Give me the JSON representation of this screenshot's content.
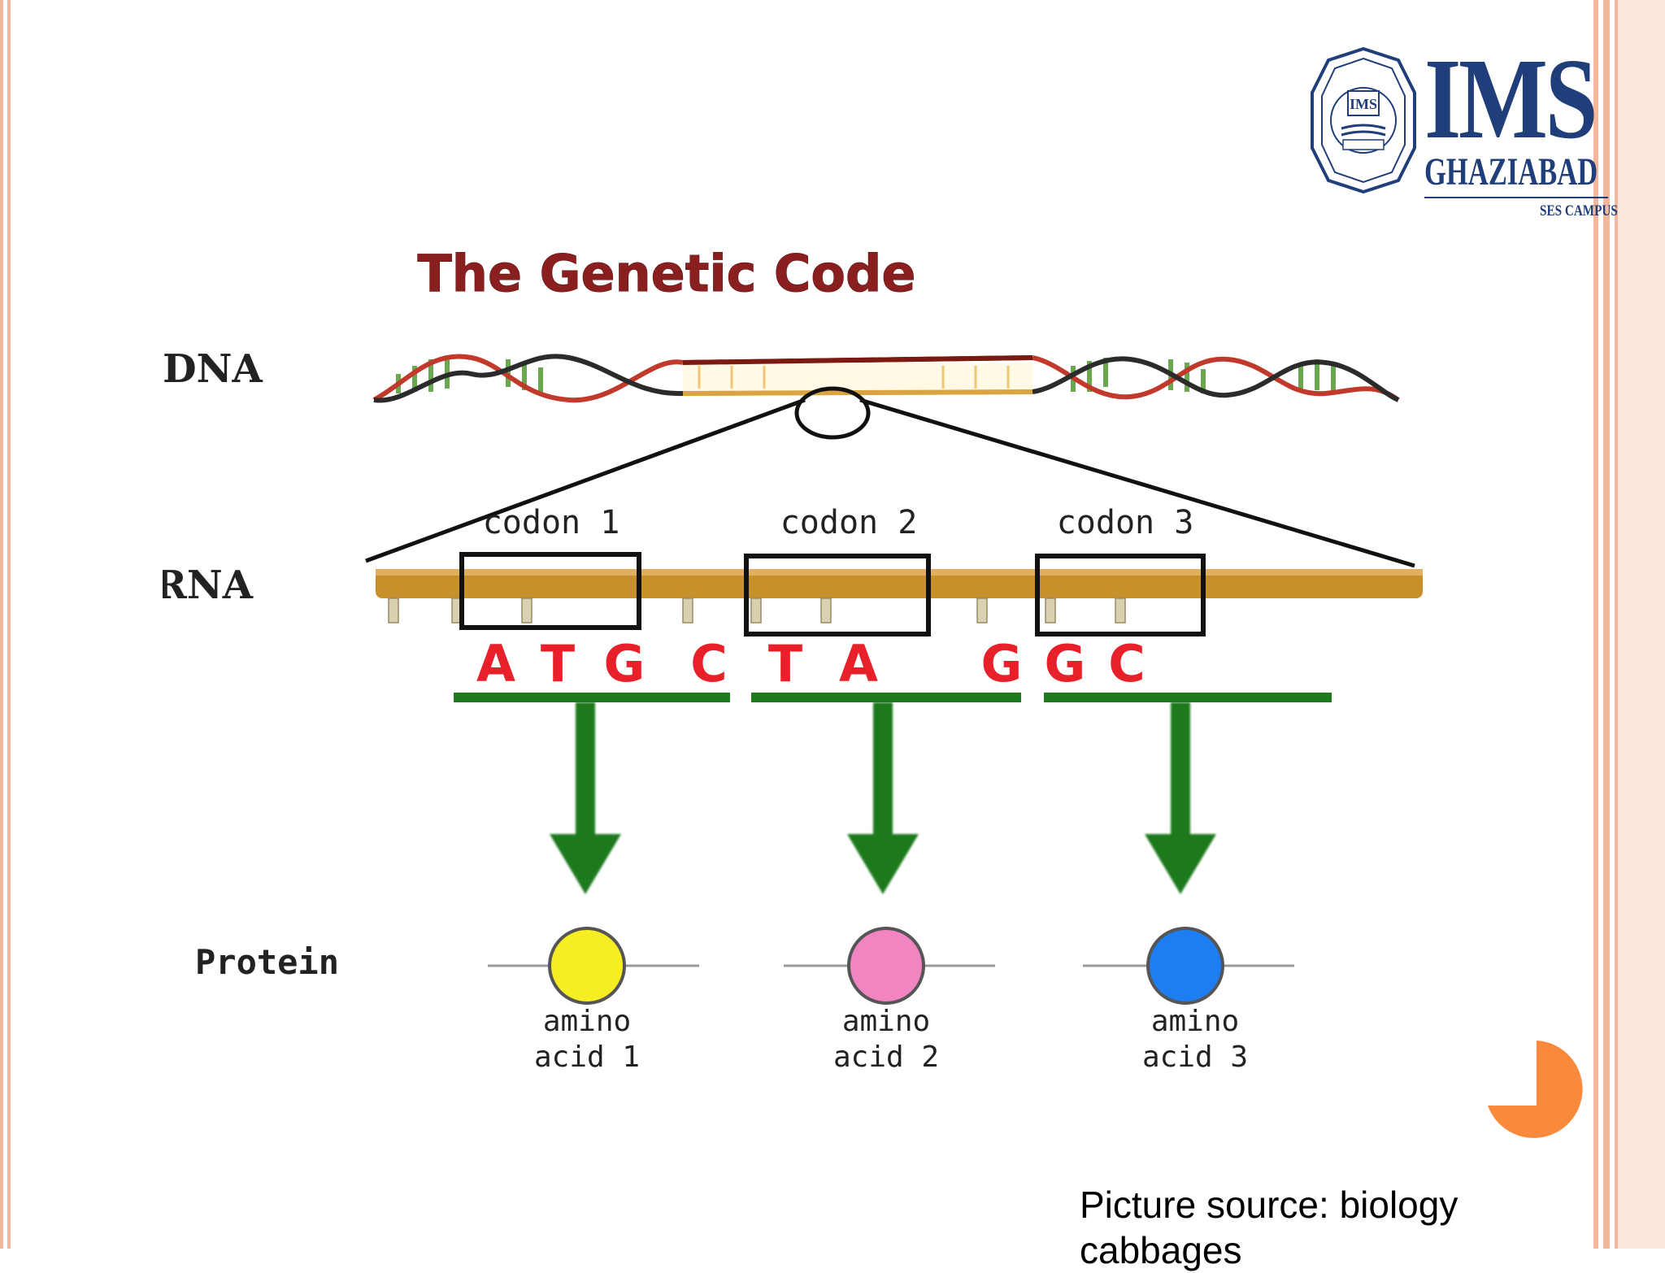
{
  "logo": {
    "name": "IMS",
    "location": "GHAZIABAD",
    "campus": "SES CAMPUS"
  },
  "diagram": {
    "title": "The Genetic Code",
    "row_labels": {
      "dna": "DNA",
      "rna": "RNA",
      "protein": "Protein"
    },
    "codons": [
      {
        "label": "codon 1",
        "bases": [
          "A",
          "T",
          "G"
        ],
        "amino_line1": "amino",
        "amino_line2": "acid 1",
        "amino_color": "#f6ee22"
      },
      {
        "label": "codon 2",
        "bases": [
          "C",
          "T",
          "A"
        ],
        "amino_line1": "amino",
        "amino_line2": "acid 2",
        "amino_color": "#f384c2"
      },
      {
        "label": "codon 3",
        "bases": [
          "G",
          "G",
          "C"
        ],
        "amino_line1": "amino",
        "amino_line2": "acid 3",
        "amino_color": "#1c7ef2"
      }
    ],
    "colors": {
      "title": "#8a1f1f",
      "base_letters": "#e8202a",
      "arrows": "#1f7a1f",
      "rna_strand": "#c8902a",
      "dna_strand": "#7a1a10"
    }
  },
  "caption": "Picture source: biology cabbages",
  "colors": {
    "frame": "#f4b79c",
    "accent_orange": "#f98a3c",
    "brand_blue": "#1f3e7a"
  }
}
